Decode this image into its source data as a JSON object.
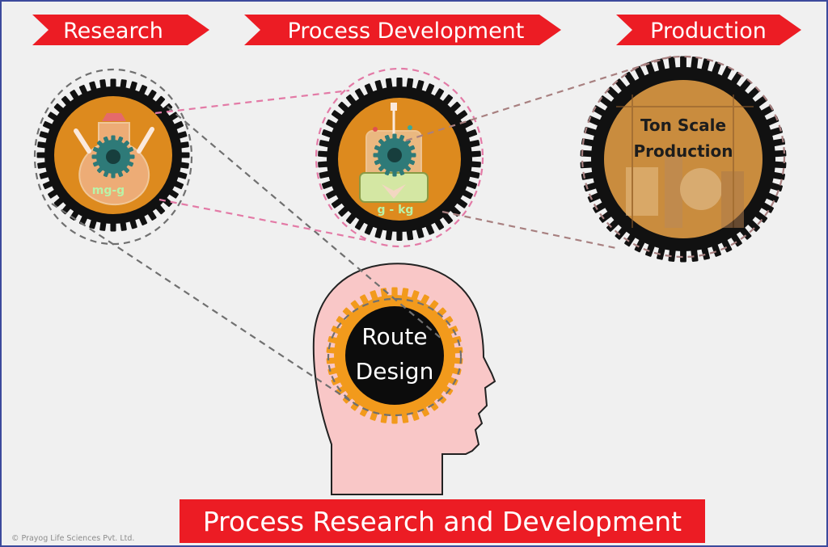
{
  "stages": [
    {
      "label": "Research",
      "scale": "mg-g"
    },
    {
      "label": "Process Development",
      "scale": "g - kg"
    },
    {
      "label": "Production",
      "scale_line1": "Ton Scale",
      "scale_line2": "Production"
    }
  ],
  "center": {
    "line1": "Route",
    "line2": "Design"
  },
  "footer_title": "Process Research and Development",
  "copyright": "© Prayog Life Sciences Pvt. Ltd.",
  "colors": {
    "banner_red": "#ec1c24",
    "gear_black": "#111111",
    "gear_orange": "#dd8a1e",
    "head_pink": "#f9c7c7",
    "inner_gear_teal": "#2e7a78",
    "dash_pink": "#e37aa6",
    "dash_grey": "#707070",
    "dash_mauve": "#a88080"
  }
}
